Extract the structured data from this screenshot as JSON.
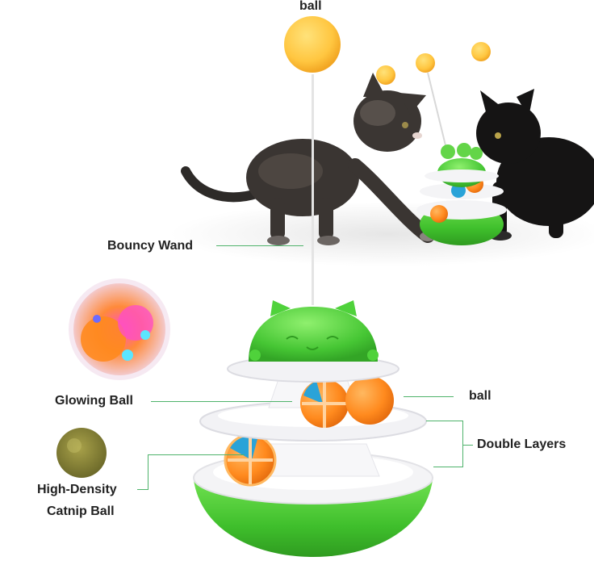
{
  "labels": {
    "top_ball": "ball",
    "bouncy_wand": "Bouncy Wand",
    "glowing_ball": "Glowing Ball",
    "right_ball": "ball",
    "double_layers": "Double Layers",
    "catnip_line1": "High-Density",
    "catnip_line2": "Catnip Ball"
  },
  "colors": {
    "toy_green": "#4ccb3a",
    "ball_orange": "#ff8a1e",
    "ball_yellow": "#ffcf4a",
    "bell_blue": "#2aa3d8",
    "annotation_line": "#4fb36b",
    "tray_white": "#f4f4f6"
  }
}
